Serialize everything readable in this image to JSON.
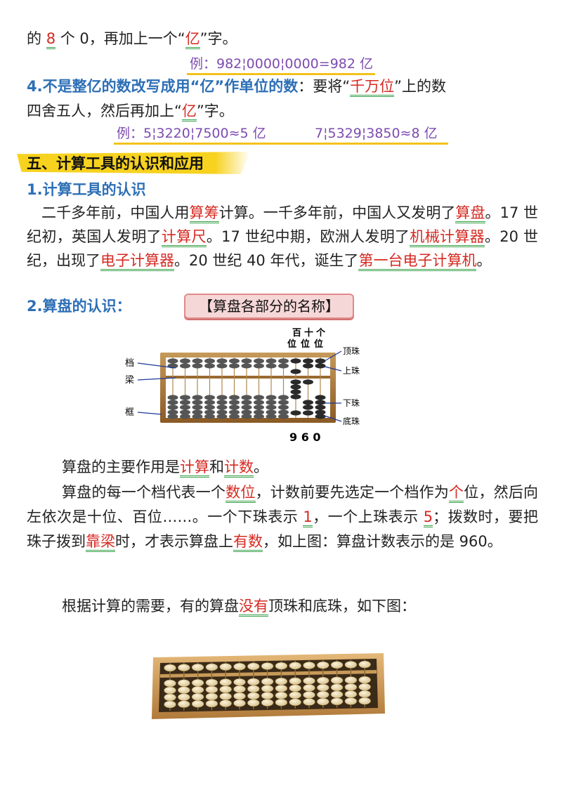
{
  "intro": {
    "line1_a": "的",
    "line1_red": "8",
    "line1_b": "个 0，再加上一个“",
    "line1_red2": "亿",
    "line1_c": "”字。",
    "example1": "例：982¦0000¦0000=982 亿"
  },
  "rule4": {
    "lead": "4.不是整亿的数改写成用“亿”作单位的数",
    "a": "：要将“",
    "red": "千万位",
    "b": "”上的数",
    "line2_a": "四舍五人，然后再加上“",
    "line2_red": "亿",
    "line2_b": "”字。",
    "example_a": "例：5¦3220¦7500≈5 亿",
    "example_b": "7¦5329¦3850≈8 亿"
  },
  "section5": {
    "title": "五、计算工具的认识和应用",
    "sub1": "1.计算工具的认识",
    "history": [
      {
        "t": "　二千多年前，中国人用",
        "r": false
      },
      {
        "t": "算筹",
        "r": true
      },
      {
        "t": "计算。一千多年前，中国人又发明了",
        "r": false
      },
      {
        "t": "算盘",
        "r": true
      },
      {
        "t": "。17 世纪初，英国人发明了",
        "r": false
      },
      {
        "t": "计算尺",
        "r": true
      },
      {
        "t": "。17 世纪中期，欧洲人发明了",
        "r": false
      },
      {
        "t": "机械计算器",
        "r": true
      },
      {
        "t": "。20 世纪，出现了",
        "r": false
      },
      {
        "t": "电子计算器",
        "r": true
      },
      {
        "t": "。20 世纪 40 年代，诞生了",
        "r": false
      },
      {
        "t": "第一台电子计算机",
        "r": true
      },
      {
        "t": "。",
        "r": false
      }
    ],
    "sub2": "2.算盘的认识：",
    "tag": "【算盘各部分的名称】"
  },
  "abacus": {
    "top_labels": [
      "百",
      "十",
      "个"
    ],
    "top_labels2": [
      "位",
      "位",
      "位"
    ],
    "left_labels": [
      "档",
      "梁",
      "框"
    ],
    "right_labels": [
      "顶珠",
      "上珠",
      "下珠",
      "底珠"
    ],
    "number": "9 6 0"
  },
  "usage": {
    "p1_a": "算盘的主要作用是",
    "p1_r1": "计算",
    "p1_b": "和",
    "p1_r2": "计数",
    "p1_c": "。",
    "p2": [
      {
        "t": "算盘的每一个档代表一个",
        "r": false
      },
      {
        "t": "数位",
        "r": true
      },
      {
        "t": "，计数前要先选定一个档作为",
        "r": false
      },
      {
        "t": "个",
        "r": true
      },
      {
        "t": "位，然后向左依次是十位、百位……。一个下珠表示 ",
        "r": false
      },
      {
        "t": "1",
        "r": true
      },
      {
        "t": "，一个上珠表示 ",
        "r": false
      },
      {
        "t": "5",
        "r": true
      },
      {
        "t": "；拨数时，要把珠子拨到",
        "r": false
      },
      {
        "t": "靠梁",
        "r": true
      },
      {
        "t": "时，才表示算盘上",
        "r": false
      },
      {
        "t": "有数",
        "r": true
      },
      {
        "t": "，如上图：算盘计数表示的是 960。",
        "r": false
      }
    ],
    "p3_a": "根据计算的需要，有的算盘",
    "p3_r": "没有",
    "p3_b": "顶珠和底珠，如下图："
  }
}
